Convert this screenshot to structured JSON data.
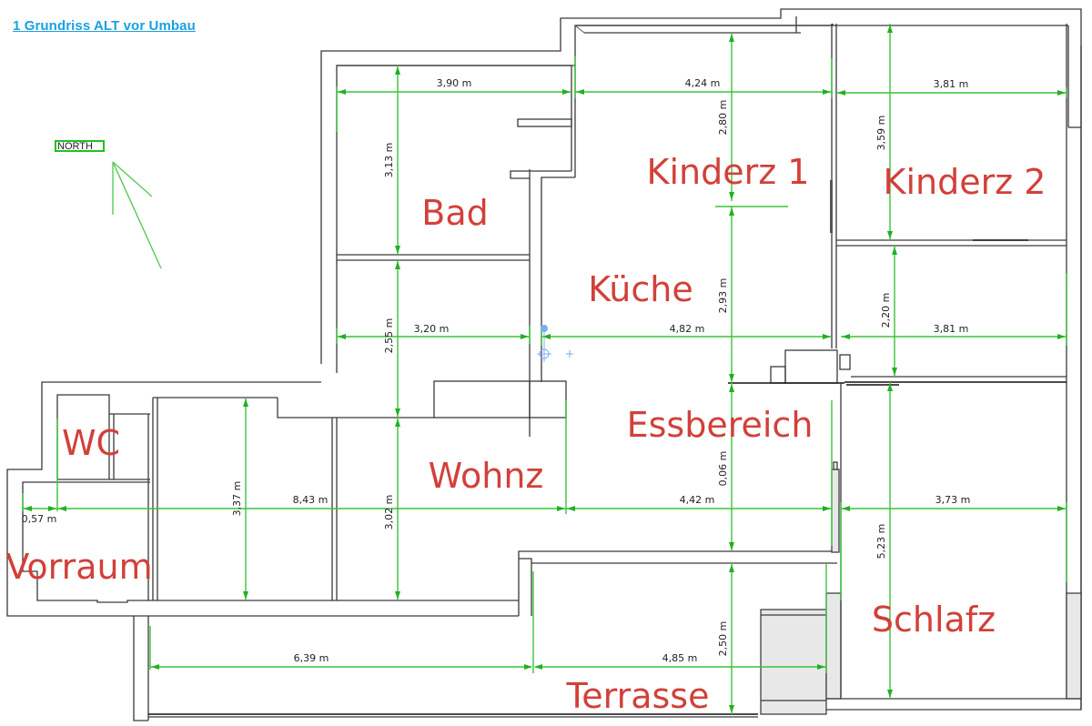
{
  "title": "1 Grundriss ALT vor Umbau",
  "north_label": "NORTH",
  "colors": {
    "title": "#1aa0e0",
    "room_label": "#d2403a",
    "dimension": "#3cc23c",
    "wall": "#3a3a3a",
    "north_box": "#22c022"
  },
  "rooms": {
    "bad": "Bad",
    "kinderz1": "Kinderz 1",
    "kinderz2": "Kinderz 2",
    "kueche": "Küche",
    "essbereich": "Essbereich",
    "wc": "WC",
    "wohnz": "Wohnz",
    "vorraum": "Vorraum",
    "schlafz": "Schlafz",
    "terrasse": "Terrasse"
  },
  "dimensions": {
    "bad_width": "3,90 m",
    "kinderz1_width": "4,24 m",
    "kinderz2_width": "3,81 m",
    "bad_height": "3,13 m",
    "kinderz1_height": "2,80 m",
    "kinderz2_height": "3,59 m",
    "flur_width": "3,20 m",
    "flur_height": "2,55 m",
    "kueche_width": "4,82 m",
    "kueche_height": "2,93 m",
    "right_mid_width": "3,81 m",
    "right_mid_height": "2,20 m",
    "vorraum_width": "0,57 m",
    "wohn_left_height": "3,37 m",
    "wohnz_width": "8,43 m",
    "wohnz_height": "3,02 m",
    "ess_width": "4,42 m",
    "ess_height": "0,06 m",
    "schlafz_width": "3,73 m",
    "schlafz_height": "5,23 m",
    "terrasse_left_width": "6,39 m",
    "terrasse_right_width": "4,85 m",
    "terrasse_height": "2,50 m"
  }
}
